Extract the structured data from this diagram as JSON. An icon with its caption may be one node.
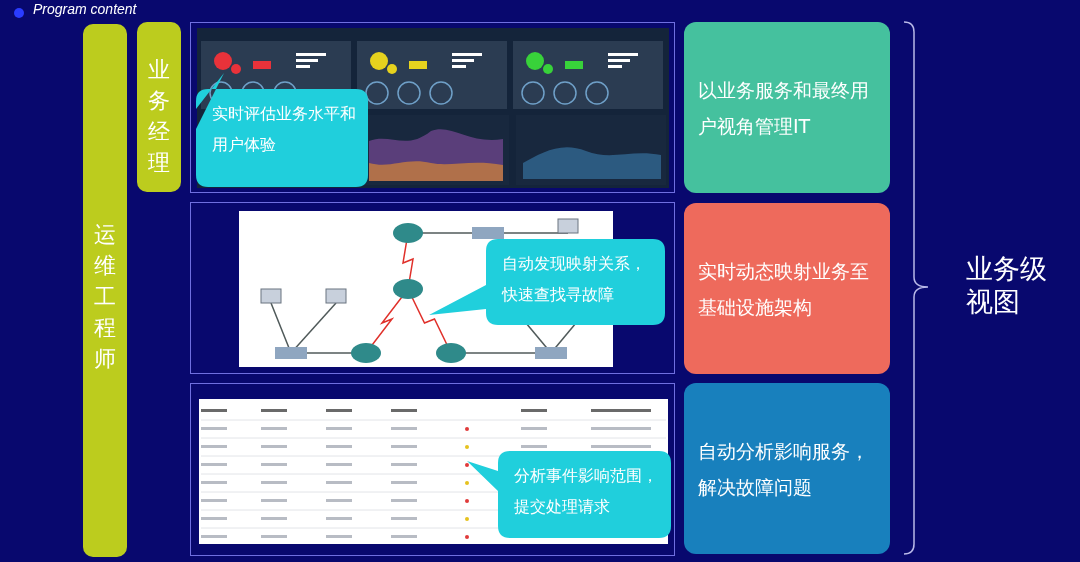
{
  "diagram": {
    "title": "Program content",
    "nodes": [
      {
        "text": [
          "运维工程师"
        ]
      },
      {
        "text": [
          "业务经理"
        ]
      },
      {
        "text": [],
        "shape": "picture"
      },
      {
        "text": [
          "实时评估业务水平和用户体验"
        ],
        "in": 2
      },
      {
        "text": [],
        "shape": "picture"
      },
      {
        "text": [
          "自动发现映射关系，快速查找寻故障"
        ],
        "in": 4
      },
      {
        "text": [],
        "shape": "picture"
      },
      {
        "text": [
          "分析事件影响范围，提交处理请求"
        ],
        "in": 6
      },
      {
        "text": [
          "以业务服务和最终用户视角管理IT"
        ]
      },
      {
        "text": [
          "实时动态映射业务至基础设施架构"
        ]
      },
      {
        "text": [
          "自动分析影响服务，解决故障问题"
        ]
      }
    ],
    "labels": [
      "业务级视图"
    ]
  }
}
